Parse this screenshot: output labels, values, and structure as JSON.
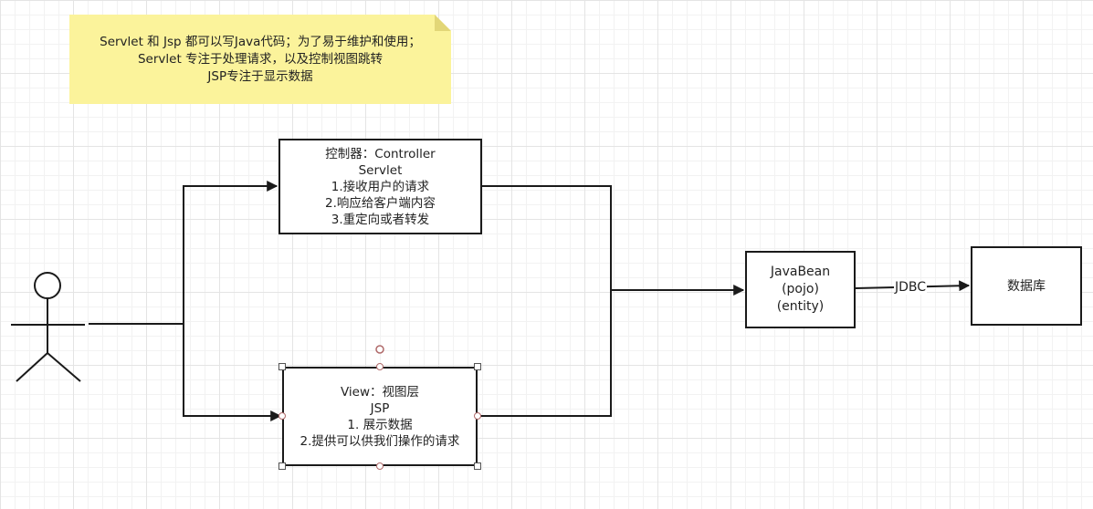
{
  "note": {
    "lines": [
      "Servlet 和 Jsp  都可以写Java代码；为了易于维护和使用；",
      "Servlet 专注于处理请求，以及控制视图跳转",
      "JSP专注于显示数据"
    ]
  },
  "controller": {
    "lines": [
      "控制器：Controller",
      "Servlet",
      "1.接收用户的请求",
      "2.响应给客户端内容",
      "3.重定向或者转发"
    ]
  },
  "view": {
    "lines": [
      "View：视图层",
      "JSP",
      "1. 展示数据",
      "2.提供可以供我们操作的请求"
    ]
  },
  "javabean": {
    "lines": [
      "JavaBean",
      "(pojo)",
      "(entity)"
    ]
  },
  "connector": {
    "jdbc_label": "JDBC"
  },
  "database": {
    "label": "数据库"
  },
  "colors": {
    "note_bg": "#fbf39b",
    "line": "#1a1a1a",
    "handle": "#b06a6a"
  }
}
